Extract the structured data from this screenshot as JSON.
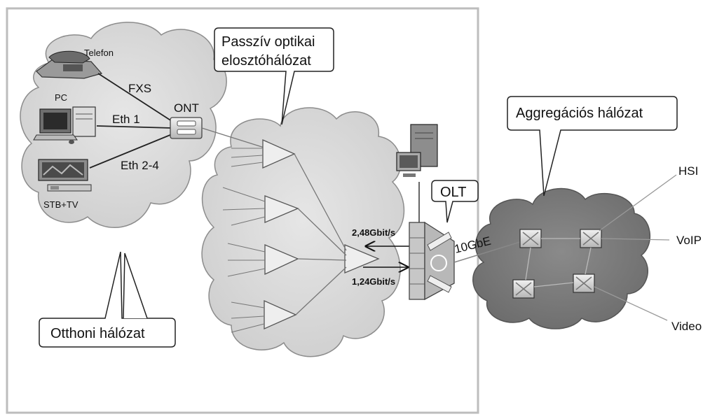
{
  "labels": {
    "telefon": "Telefon",
    "pc": "PC",
    "fxs": "FXS",
    "ont": "ONT",
    "eth1": "Eth 1",
    "eth24": "Eth 2-4",
    "stbtv": "STB+TV",
    "home_network": "Otthoni hálózat",
    "pon_line1": "Passzív optikai",
    "pon_line2": "elosztóhálózat",
    "olt": "OLT",
    "downstream": "2,48Gbit/s",
    "upstream": "1,24Gbit/s",
    "tengbe": "10GbE",
    "aggregation": "Aggregációs hálózat",
    "hsi": "HSI",
    "voip": "VoIP",
    "video": "Video"
  }
}
